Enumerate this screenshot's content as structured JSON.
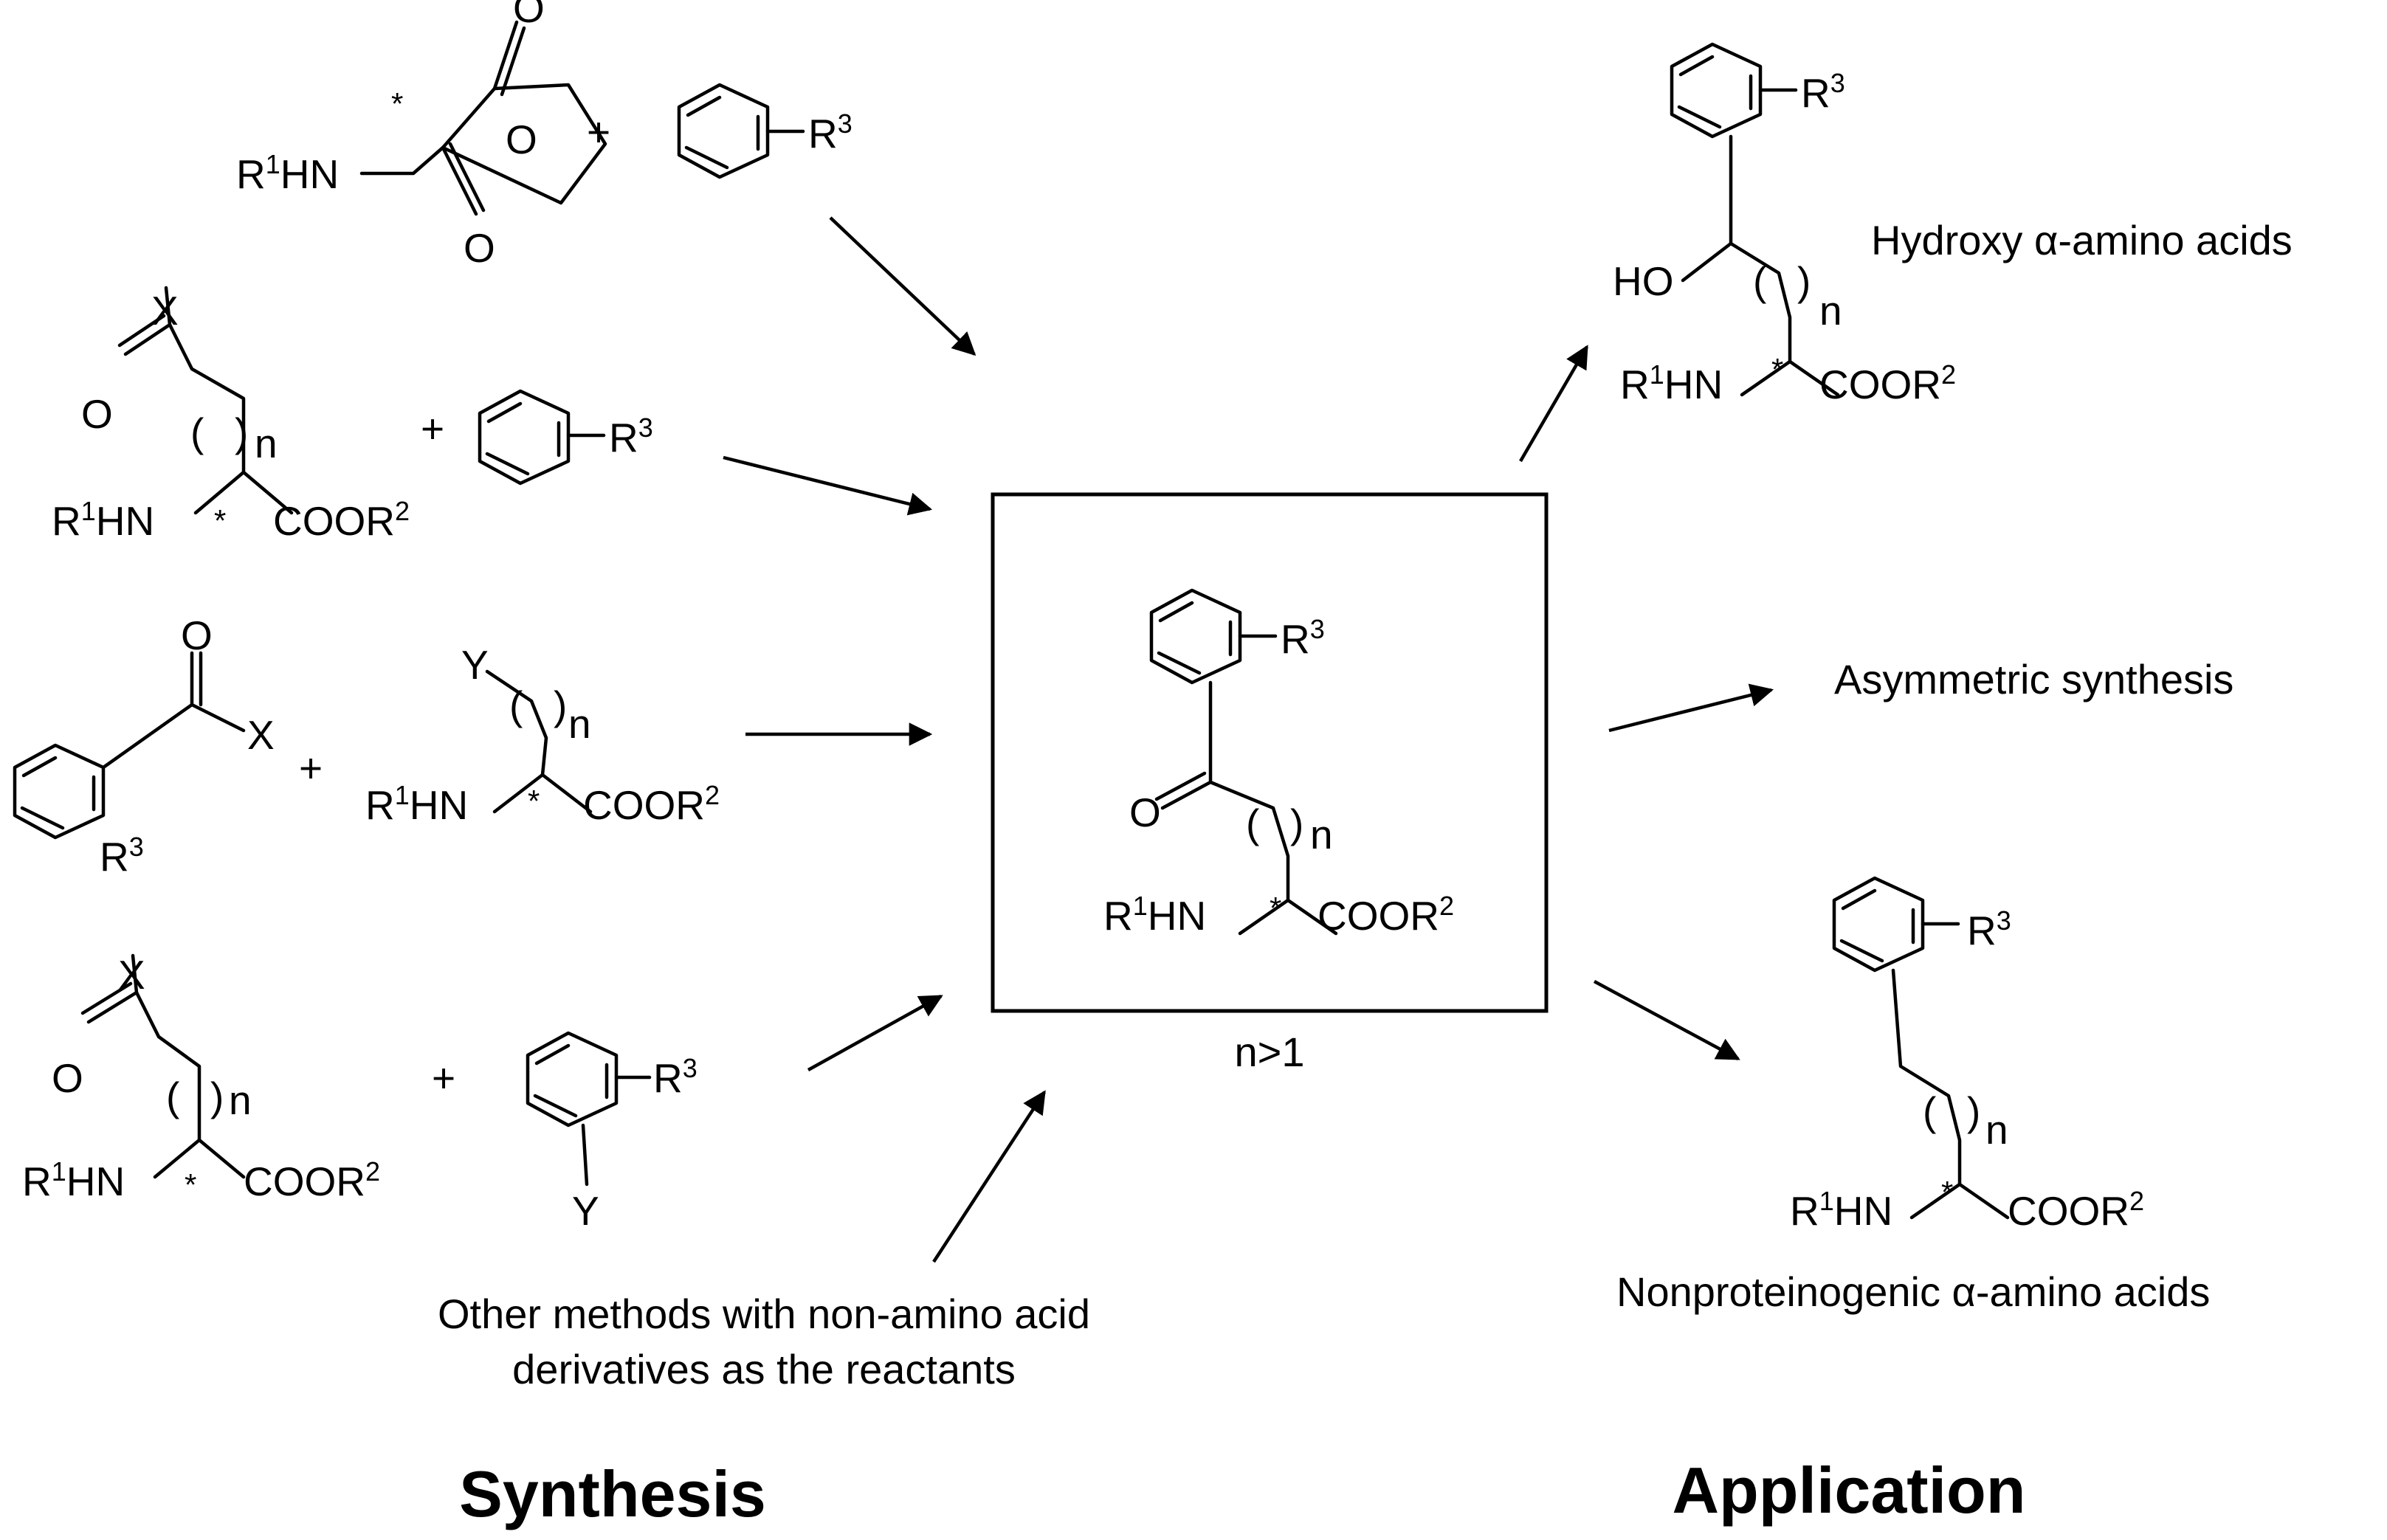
{
  "headings": {
    "synthesis": "Synthesis",
    "application": "Application"
  },
  "labels": {
    "R": "R",
    "HN": "HN",
    "COOR": "COOR",
    "O": "O",
    "X": "X",
    "Y": "Y",
    "HO": "HO",
    "n": "n",
    "sup1": "1",
    "sup2": "2",
    "sup3": "3",
    "star": "*",
    "plus": "+",
    "paren_open": "(",
    "paren_close": ")"
  },
  "condition": "n>1",
  "captions": {
    "other_methods_line1": "Other methods with non-amino acid",
    "other_methods_line2": "derivatives as the reactants",
    "asymmetric": "Asymmetric synthesis",
    "hydroxy": "Hydroxy α-amino acids",
    "nonproteinogenic": "Nonproteinogenic α-amino acids"
  },
  "colors": {
    "ink": "#000000",
    "background": "#ffffff"
  }
}
